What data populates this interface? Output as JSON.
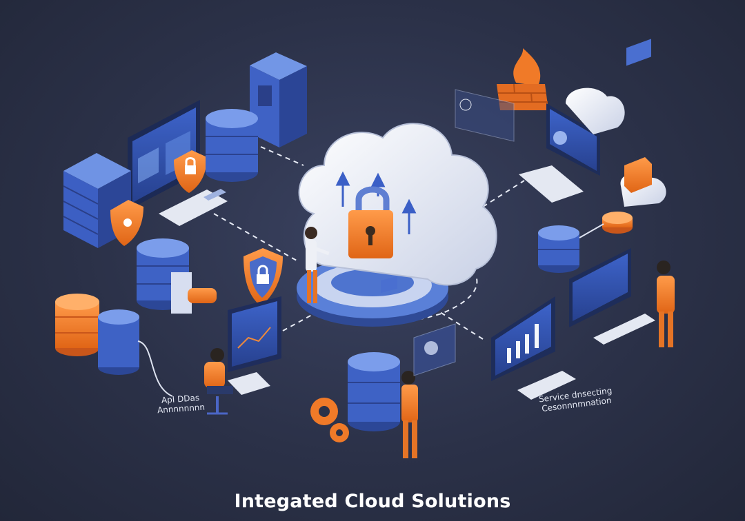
{
  "caption": "Integated Cloud Solutions",
  "labels": {
    "left_line1": "ApI DDas",
    "left_line2": "Annnnnnnn",
    "right_line1": "Service dnsecting",
    "right_line2": "Cesonnnmnation"
  },
  "colors": {
    "background": "#2b3148",
    "accent_orange": "#f07a28",
    "accent_blue": "#4f6fc8",
    "cloud_white": "#eef1f8"
  }
}
